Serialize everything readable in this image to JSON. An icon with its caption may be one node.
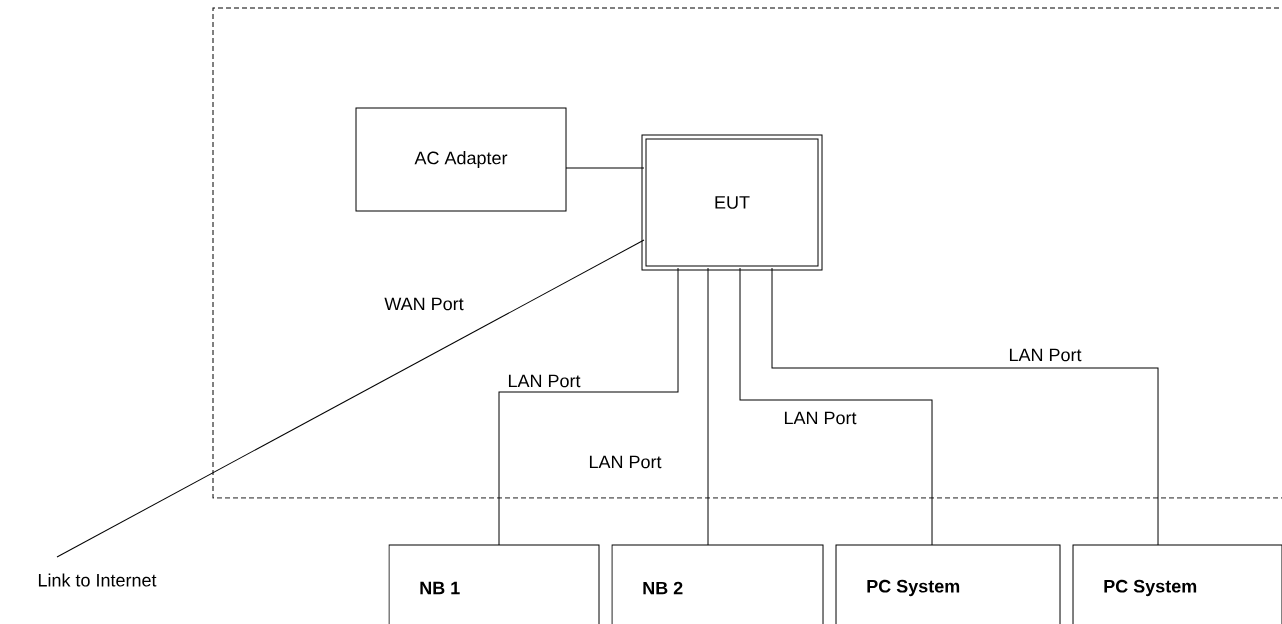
{
  "diagram": {
    "nodes": [
      {
        "text": [],
        "shape": "box"
      },
      {
        "text": [
          "AC Adapter"
        ],
        "in": 0
      },
      {
        "text": [
          "EUT"
        ],
        "in": 0
      },
      {
        "text": [
          "Link to Internet"
        ]
      },
      {
        "text": [
          "NB 1"
        ]
      },
      {
        "text": [
          "NB 2"
        ]
      },
      {
        "text": [
          "PC System"
        ]
      },
      {
        "text": [
          "PC System"
        ]
      }
    ],
    "edges": [
      {
        "from": 1,
        "to": 2,
        "arrow": "none"
      },
      {
        "from": 2,
        "to": 3,
        "arrow": "none",
        "label": "WAN Port"
      },
      {
        "from": 2,
        "to": 4,
        "arrow": "none",
        "label": "LAN Port"
      },
      {
        "from": 2,
        "to": 5,
        "arrow": "none",
        "label": "LAN Port"
      },
      {
        "from": 2,
        "to": 6,
        "arrow": "none",
        "label": "LAN Port"
      },
      {
        "from": 2,
        "to": 7,
        "arrow": "none",
        "label": "LAN Port"
      }
    ]
  }
}
